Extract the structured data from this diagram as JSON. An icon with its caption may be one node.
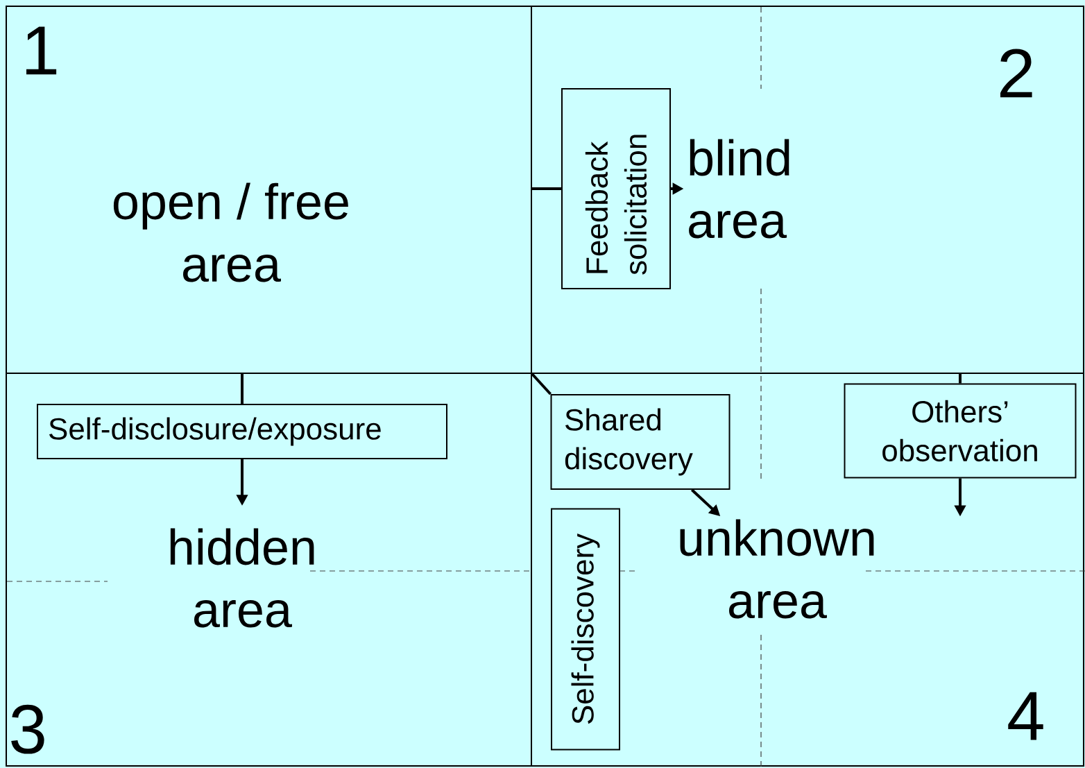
{
  "diagram": {
    "nodes": [
      {
        "text": [
          "1"
        ]
      },
      {
        "text": [
          "open / free area"
        ],
        "in": 0
      },
      {
        "text": [
          "2"
        ]
      },
      {
        "text": [
          "Feedback solicitation"
        ],
        "in": 2
      },
      {
        "text": [
          "blind area"
        ],
        "in": 2
      },
      {
        "text": [
          "3"
        ]
      },
      {
        "text": [
          "Self-disclosure/exposure"
        ],
        "in": 5
      },
      {
        "text": [
          "hidden area"
        ],
        "in": 5
      },
      {
        "text": [
          "4"
        ]
      },
      {
        "text": [
          "Shared discovery"
        ],
        "in": 8
      },
      {
        "text": [
          "Others’ observation"
        ],
        "in": 8
      },
      {
        "text": [
          "Self-discovery"
        ],
        "in": 8
      },
      {
        "text": [
          "unknown area"
        ],
        "in": 8
      }
    ],
    "edges": [
      {
        "from": 0,
        "to": 3,
        "arrow": "none"
      },
      {
        "from": 3,
        "to": 4,
        "arrow": "to"
      },
      {
        "from": 0,
        "to": 6,
        "arrow": "none"
      },
      {
        "from": 6,
        "to": 7,
        "arrow": "to"
      },
      {
        "from": 0,
        "to": 9,
        "arrow": "none"
      },
      {
        "from": 9,
        "to": 12,
        "arrow": "to"
      },
      {
        "from": 2,
        "to": 10,
        "arrow": "none"
      },
      {
        "from": 10,
        "to": null,
        "arrow": "to"
      }
    ]
  }
}
